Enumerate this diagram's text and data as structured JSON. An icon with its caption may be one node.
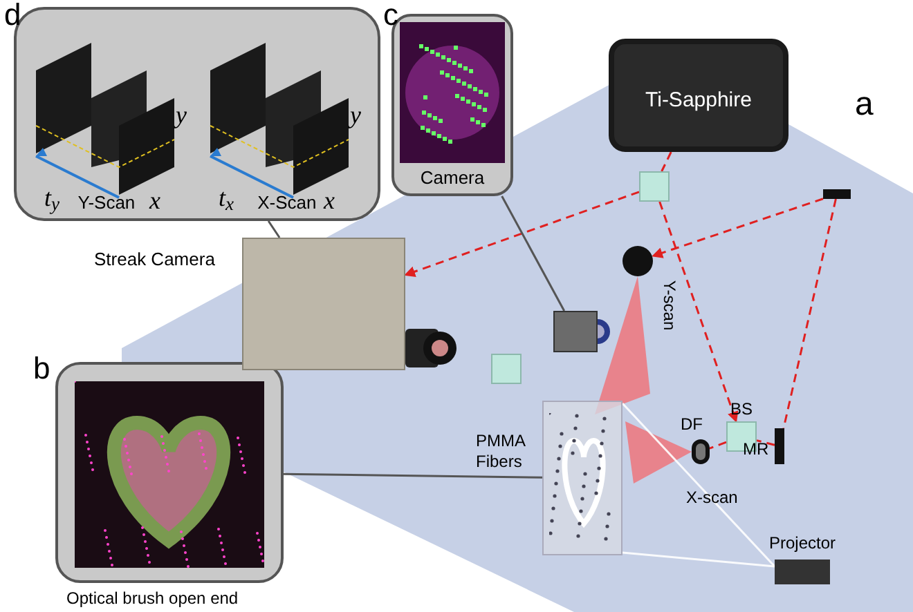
{
  "diagram": {
    "nodes": [
      {
        "text": [
          "Y-Scan",
          "X-Scan"
        ]
      },
      {
        "text": [
          "Camera"
        ]
      },
      {
        "text": [],
        "shape": "picture",
        "beside": [
          "Optical brush open end"
        ]
      },
      {
        "text": [],
        "shape": "box",
        "beside": [
          "Streak Camera"
        ]
      },
      {
        "text": [],
        "shape": "box"
      },
      {
        "text": [
          "Ti-Sapphire"
        ]
      },
      {
        "text": [],
        "shape": "box"
      },
      {
        "text": [],
        "shape": "bar"
      },
      {
        "text": [],
        "shape": "bar",
        "beside": [
          "MR"
        ]
      },
      {
        "text": [],
        "shape": "box",
        "beside": [
          "BS"
        ]
      },
      {
        "text": [],
        "shape": "circle",
        "beside": [
          "DF"
        ]
      },
      {
        "text": [],
        "shape": "circle",
        "beside": [
          "Y-scan"
        ]
      },
      {
        "text": [],
        "shape": "box"
      },
      {
        "text": [],
        "shape": "picture",
        "beside": [
          "PMMA Fibers"
        ]
      },
      {
        "text": [],
        "shape": "box",
        "beside": [
          "Projector"
        ]
      }
    ],
    "edges": [
      {
        "from": 5,
        "to": 6,
        "arrow": "none",
        "style": "dashed"
      },
      {
        "from": 6,
        "to": 3,
        "arrow": "to",
        "style": "dashed"
      },
      {
        "from": 6,
        "to": 9,
        "arrow": "to",
        "style": "dashed"
      },
      {
        "from": 7,
        "to": 11,
        "arrow": "to",
        "style": "dashed"
      },
      {
        "from": 7,
        "to": 8,
        "arrow": "none",
        "style": "dashed"
      },
      {
        "from": 8,
        "to": 9,
        "arrow": "none",
        "style": "dashed"
      },
      {
        "from": 9,
        "to": 10,
        "arrow": "none",
        "style": "dashed"
      },
      {
        "from": 0,
        "to": 3,
        "arrow": "none",
        "color": "#555555"
      },
      {
        "from": 1,
        "to": 4,
        "arrow": "none",
        "color": "#555555"
      },
      {
        "from": 2,
        "to": 13,
        "arrow": "none",
        "color": "#555555"
      }
    ],
    "labels": [
      "d",
      "c",
      "a",
      "b",
      "t$_{y}$",
      "x",
      "y",
      "t$_{x}$",
      "x",
      "y",
      "X-scan"
    ]
  }
}
